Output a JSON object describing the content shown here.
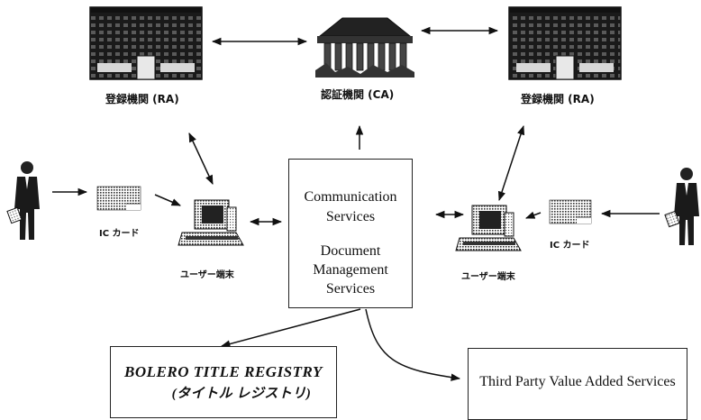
{
  "nodes": {
    "ra_left": {
      "label": "登録機関 (RA)"
    },
    "ca": {
      "label": "認証機関 (CA)"
    },
    "ra_right": {
      "label": "登録機関 (RA)"
    },
    "ic_card_left": {
      "label": "IC カード"
    },
    "ic_card_right": {
      "label": "IC カード"
    },
    "terminal_left": {
      "label": "ユーザー端末"
    },
    "terminal_right": {
      "label": "ユーザー端末"
    },
    "core": {
      "line1": "Communication",
      "line2": "Services",
      "line3": "Document",
      "line4": "Management",
      "line5": "Services"
    },
    "registry": {
      "line1": "BOLERO TITLE REGISTRY",
      "line2": "(タイトル レジストリ)"
    },
    "third_party": {
      "label": "Third Party Value Added Services"
    }
  },
  "icons": {
    "building": "office-building-icon",
    "temple": "temple-icon",
    "person": "businessman-icon",
    "card": "ic-card-icon",
    "computer": "computer-terminal-icon"
  }
}
